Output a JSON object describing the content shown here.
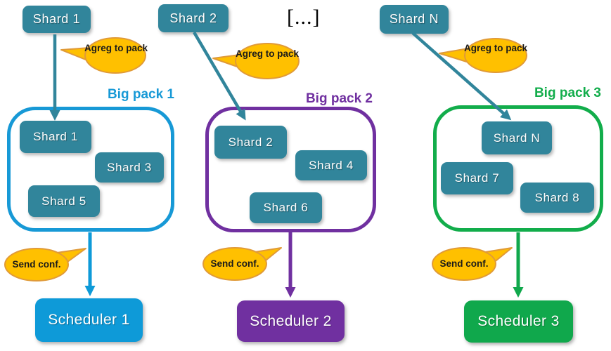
{
  "top_shards": [
    {
      "label": "Shard 1"
    },
    {
      "label": "Shard 2"
    },
    {
      "label": "Shard N"
    }
  ],
  "ellipsis": {
    "label": "[...]"
  },
  "agreg_bubbles": [
    {
      "label": "Agreg to pack"
    },
    {
      "label": "Agreg to pack"
    },
    {
      "label": "Agreg to pack"
    }
  ],
  "send_bubbles": [
    {
      "label": "Send conf."
    },
    {
      "label": "Send conf."
    },
    {
      "label": "Send conf."
    }
  ],
  "packs": [
    {
      "title": "Big pack 1",
      "shards": [
        {
          "label": "Shard 1"
        },
        {
          "label": "Shard 3"
        },
        {
          "label": "Shard 5"
        }
      ],
      "scheduler": "Scheduler 1"
    },
    {
      "title": "Big pack 2",
      "shards": [
        {
          "label": "Shard 2"
        },
        {
          "label": "Shard 4"
        },
        {
          "label": "Shard 6"
        }
      ],
      "scheduler": "Scheduler 2"
    },
    {
      "title": "Big pack 3",
      "shards": [
        {
          "label": "Shard N"
        },
        {
          "label": "Shard 7"
        },
        {
          "label": "Shard 8"
        }
      ],
      "scheduler": "Scheduler 3"
    }
  ],
  "colors": {
    "shard_teal": "#31859B",
    "bubble_gold": "#FFC000",
    "bubble_border": "#E09A38",
    "pack1_blue": "#1799D6",
    "pack2_purple": "#7030A0",
    "pack3_green": "#12AD4B",
    "scheduler1_blue": "#0E9AD8",
    "scheduler2_purple": "#7030A0",
    "scheduler3_green": "#10A84C"
  }
}
